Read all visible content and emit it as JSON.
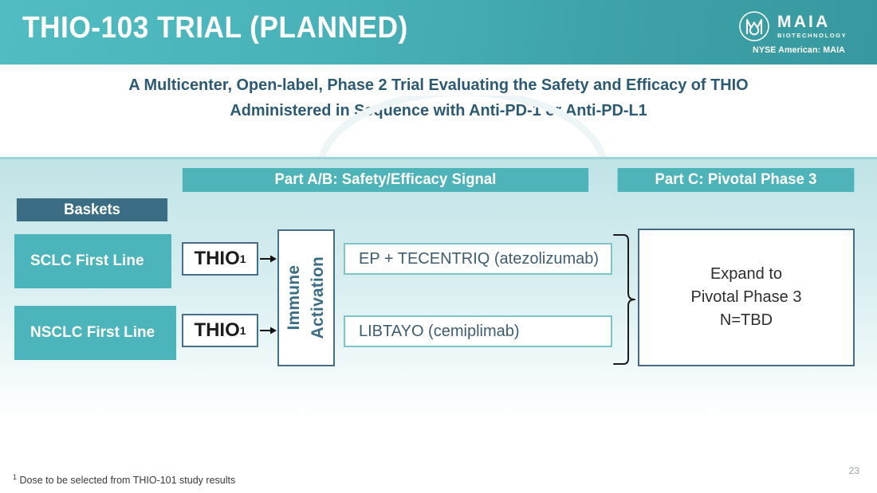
{
  "header": {
    "title": "THIO-103 TRIAL (PLANNED)",
    "logo_name": "MAIA",
    "logo_sub": "BIOTECHNOLOGY",
    "ticker": "NYSE American: MAIA",
    "brand_teal_left": "#51bcc1",
    "brand_teal_right": "#37999f"
  },
  "subtitle": {
    "line1": "A Multicenter, Open-label, Phase 2 Trial Evaluating the Safety and Efficacy of THIO",
    "line2": "Administered in Sequence with Anti-PD-1 or Anti-PD-L1",
    "color": "#2c5a73"
  },
  "diagram": {
    "part_ab_header": "Part A/B: Safety/Efficacy Signal",
    "part_c_header": "Part C: Pivotal Phase 3",
    "baskets_label": "Baskets",
    "baskets": [
      {
        "label": "SCLC First Line"
      },
      {
        "label": "NSCLC First Line"
      }
    ],
    "thio_boxes": [
      {
        "label": "THIO",
        "footnote_marker": "1"
      },
      {
        "label": "THIO",
        "footnote_marker": "1"
      }
    ],
    "immune_activation": "Immune\nActivation",
    "immune_activation_line1": "Immune",
    "immune_activation_line2": "Activation",
    "treatments": [
      {
        "label": "EP + TECENTRIQ (atezolizumab)"
      },
      {
        "label": "LIBTAYO (cemiplimab)"
      }
    ],
    "expand_box": "Expand to\nPivotal Phase 3\nN=TBD",
    "expand_box_line1": "Expand to",
    "expand_box_line2": "Pivotal Phase 3",
    "expand_box_line3": "N=TBD",
    "colors": {
      "header_chip": "#4fb4ba",
      "basket": "#4cb4bb",
      "baskets_label": "#3b6e84",
      "box_border_dark": "#466e86",
      "box_border_light": "#7cc6ca",
      "panel_top": "#bfe3e6"
    }
  },
  "footer": {
    "footnote_marker": "1",
    "footnote_text": "Dose to be selected from THIO-101 study results",
    "page_number": "23"
  }
}
